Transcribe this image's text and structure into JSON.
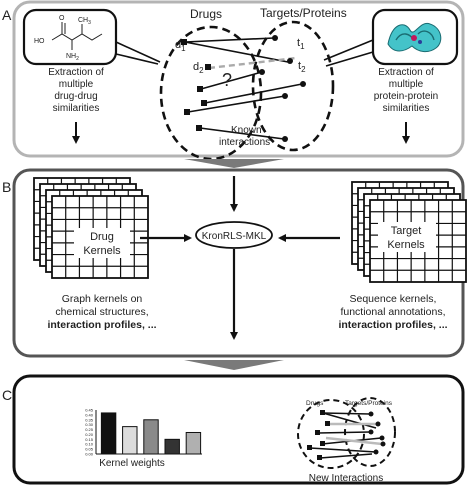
{
  "panels": {
    "a": {
      "letter": "A",
      "drugs_label": "Drugs",
      "targets_label": "Targets/Proteins",
      "d1": "d",
      "d1_sub": "1",
      "d2": "d",
      "d2_sub": "2",
      "t1": "t",
      "t1_sub": "1",
      "t2": "t",
      "t2_sub": "2",
      "question": "?",
      "known_line1": "Known",
      "known_line2": "interactions",
      "drug_sim": [
        "Extraction of",
        "multiple",
        "drug-drug",
        "similarities"
      ],
      "protein_sim": [
        "Extraction of",
        "multiple",
        "protein-protein",
        "similarities"
      ],
      "molecule": {
        "ho": "HO",
        "o": "O",
        "ch3": "CH",
        "ch3_sub": "3",
        "nh2": "NH",
        "nh2_sub": "2"
      }
    },
    "b": {
      "letter": "B",
      "drug_kernels": [
        "Drug",
        "Kernels"
      ],
      "target_kernels": [
        "Target",
        "Kernels"
      ],
      "method": "KronRLS-MKL",
      "drug_caption_line1": "Graph kernels on",
      "drug_caption_line2": "chemical structures,",
      "drug_caption_bold": "interaction profiles, ...",
      "target_caption_line1": "Sequence kernels,",
      "target_caption_line2": "functional annotations,",
      "target_caption_bold": "interaction profiles, ..."
    },
    "c": {
      "letter": "C",
      "kernel_weights_label": "Kernel weights",
      "yticks": [
        "0.45",
        "0.40",
        "0.35",
        "0.30",
        "0.25",
        "0.20",
        "0.15",
        "0.10",
        "0.05",
        "0.00"
      ],
      "mini_drugs_label": "Drugs",
      "mini_targets_label": "Targets/Proteins",
      "new_interactions_label": "New Interactions"
    }
  },
  "colors": {
    "panel_border": "#b4b4b4",
    "panel_border_dark": "#555555",
    "arrow_gray": "#7a7a7a",
    "protein_cyan": "#44c3c9"
  },
  "chart_data": {
    "type": "bar",
    "categories": [
      "",
      "",
      "",
      "",
      ""
    ],
    "values": [
      0.42,
      0.28,
      0.35,
      0.15,
      0.22
    ],
    "series_colors": [
      "#111111",
      "#dcdcdc",
      "#8a8a8a",
      "#333333",
      "#b0b0b0"
    ],
    "title": "",
    "xlabel": "Kernel weights",
    "ylabel": "",
    "ylim": [
      0,
      0.45
    ],
    "yticks": [
      0.45,
      0.4,
      0.35,
      0.3,
      0.25,
      0.2,
      0.15,
      0.1,
      0.05,
      0.0
    ]
  }
}
